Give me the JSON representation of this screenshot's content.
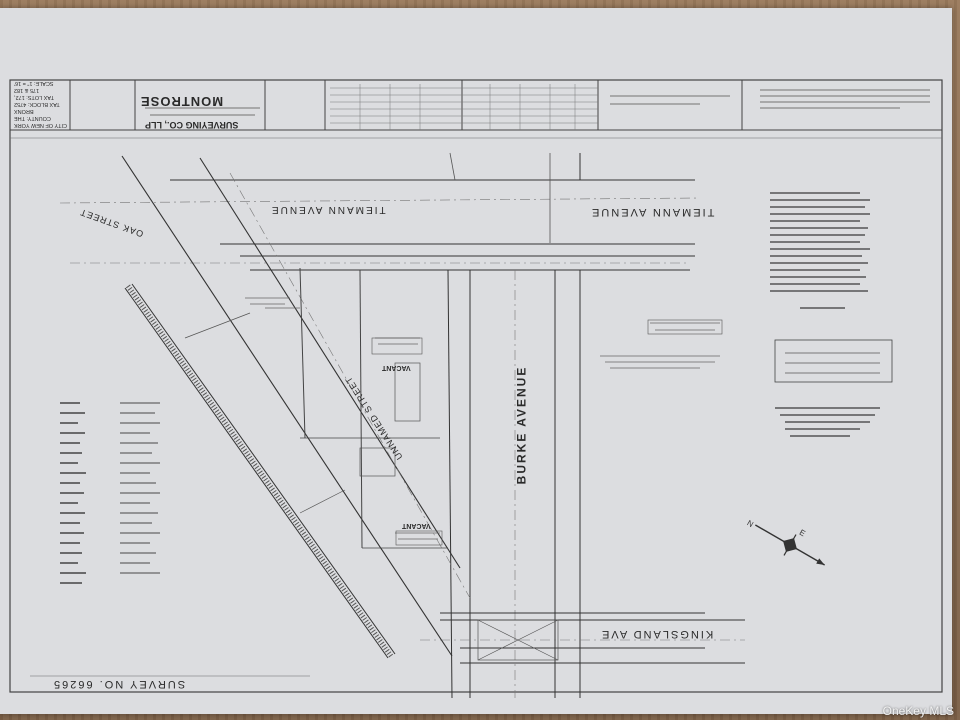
{
  "title_block": {
    "company": "MONTROSE",
    "company_sub": "SURVEYING CO., LLP",
    "location_lines": [
      "CITY OF NEW YORK",
      "COUNTY: THE BRONX",
      "TAX BLOCK: 4752",
      "TAX LOTS: 172,",
      "175 & 182",
      "SCALE: 1\" = 16'"
    ]
  },
  "streets": {
    "tiemann_1": "TIEMANN AVENUE",
    "tiemann_2": "TIEMANN AVENUE",
    "oak": "OAK STREET",
    "burke": "BURKE AVENUE",
    "kingsland": "KINGSLAND AVE",
    "unnamed": "UNNAMED STREET"
  },
  "lots": {
    "vacant_1": "VACANT",
    "vacant_2": "VACANT"
  },
  "survey_no": "SURVEY NO. 66265",
  "watermark": "OneKey MLS"
}
